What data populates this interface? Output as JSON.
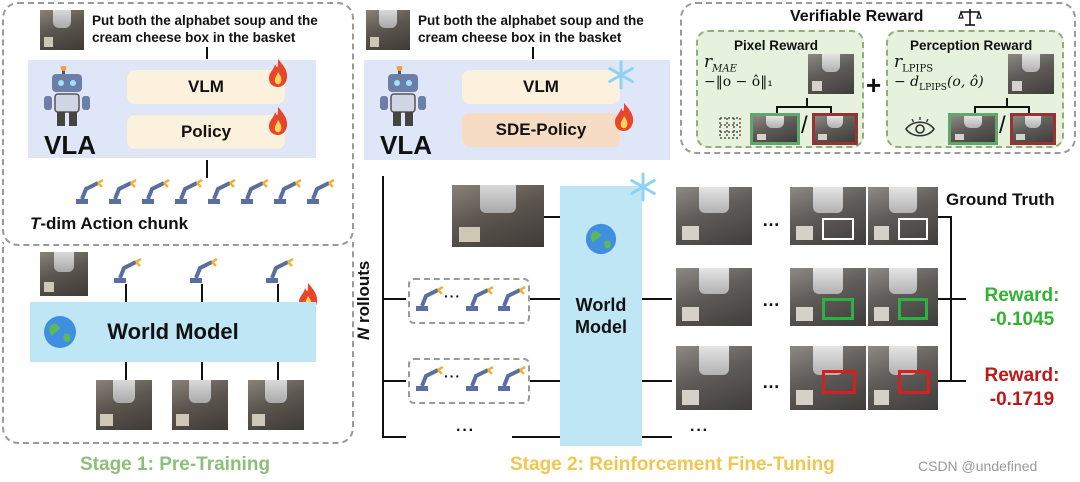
{
  "stage1": {
    "instruction_line1": "Put both the alphabet soup and the",
    "instruction_line2": "cream cheese box in the basket",
    "vlm_label": "VLM",
    "policy_label": "Policy",
    "vla_label": "VLA",
    "action_chunk_italic": "T",
    "action_chunk_label": "-dim Action chunk",
    "world_model_label": "World Model",
    "stage_label": "Stage 1: Pre-Training"
  },
  "stage2": {
    "instruction_line1": "Put both the alphabet soup and the",
    "instruction_line2": "cream cheese box in the basket",
    "vlm_label": "VLM",
    "sde_policy_label": "SDE-Policy",
    "vla_label": "VLA",
    "rollouts_italic": "N",
    "rollouts_label": " rollouts",
    "world_model_line1": "World",
    "world_model_line2": "Model",
    "ground_truth": "Ground Truth",
    "reward_label": "Reward:",
    "reward_good_value": "-0.1045",
    "reward_bad_value": "-0.1719",
    "ellipsis": "…",
    "ellipsis_small": "···",
    "stage_label": "Stage 2:  Reinforcement Fine-Tuning"
  },
  "verifiable_reward": {
    "title": "Verifiable Reward",
    "pixel_title": "Pixel Reward",
    "pixel_r": "r",
    "pixel_r_sub": "MAE",
    "pixel_formula": "−‖o − ô‖₁",
    "plus": "+",
    "perception_title": "Perception Reward",
    "perception_r": "r",
    "perception_r_sub": "LPIPS",
    "perception_formula": "− d",
    "perception_formula_sub": "LPIPS",
    "perception_formula_args": "(o, ô)",
    "slash": "/"
  },
  "watermark": "CSDN @undefined",
  "colors": {
    "fire": "#e8452a",
    "snow": "#8fd3f4",
    "green_box": "#2fb043",
    "red_box": "#d81e1e",
    "stage1_label": "#8cc07a",
    "stage2_label": "#f2c64e"
  }
}
